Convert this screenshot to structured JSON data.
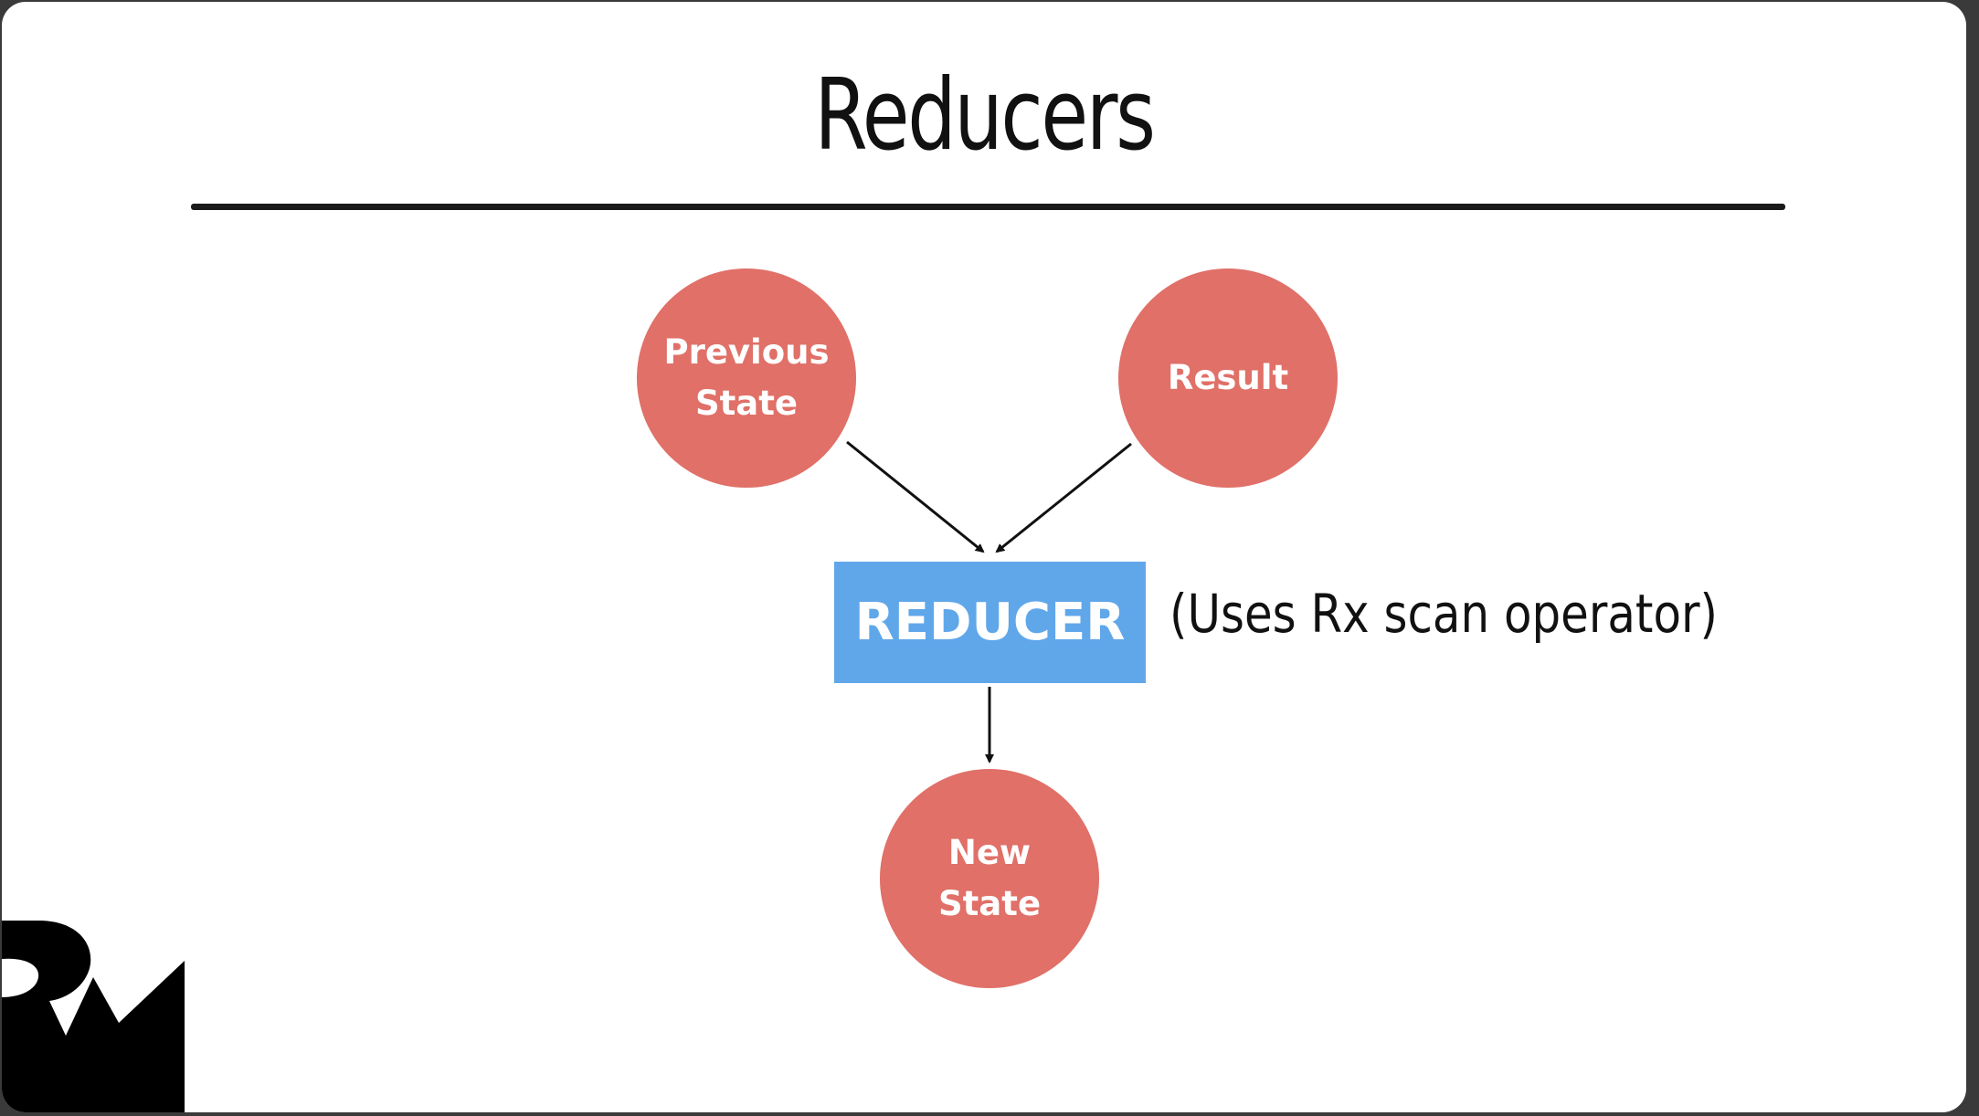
{
  "title": "Reducers",
  "nodes": {
    "previous_state": [
      "Previous",
      "State"
    ],
    "result": [
      "Result"
    ],
    "reducer": "REDUCER",
    "new_state": [
      "New",
      "State"
    ]
  },
  "annotation": "(Uses Rx scan operator)",
  "colors": {
    "state_circle": "#e07068",
    "reducer_box": "#60a7ea",
    "text_dark": "#111111",
    "frame": "#3a3a3a"
  }
}
